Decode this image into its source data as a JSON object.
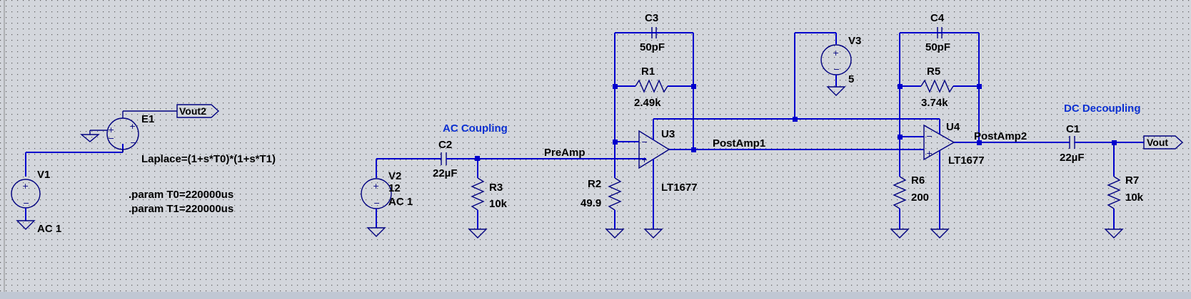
{
  "annotations": {
    "ac_coupling": "AC Coupling",
    "dc_decoupling": "DC Decoupling"
  },
  "nets": {
    "preamp": "PreAmp",
    "postamp1": "PostAmp1",
    "postamp2": "PostAmp2",
    "vout": "Vout",
    "vout2": "Vout2"
  },
  "directives": {
    "laplace": "Laplace=(1+s*T0)*(1+s*T1)",
    "param_t0": ".param T0=220000us",
    "param_t1": ".param T1=220000us"
  },
  "components": {
    "E1": {
      "ref": "E1"
    },
    "V1": {
      "ref": "V1",
      "value": "AC 1"
    },
    "V2": {
      "ref": "V2",
      "value": "12",
      "value2": "AC 1"
    },
    "V3": {
      "ref": "V3",
      "value": "5"
    },
    "C1": {
      "ref": "C1",
      "value": "22µF"
    },
    "C2": {
      "ref": "C2",
      "value": "22µF"
    },
    "C3": {
      "ref": "C3",
      "value": "50pF"
    },
    "C4": {
      "ref": "C4",
      "value": "50pF"
    },
    "R1": {
      "ref": "R1",
      "value": "2.49k"
    },
    "R2": {
      "ref": "R2",
      "value": "49.9"
    },
    "R3": {
      "ref": "R3",
      "value": "10k"
    },
    "R5": {
      "ref": "R5",
      "value": "3.74k"
    },
    "R6": {
      "ref": "R6",
      "value": "200"
    },
    "R7": {
      "ref": "R7",
      "value": "10k"
    },
    "U3": {
      "ref": "U3",
      "value": "LT1677"
    },
    "U4": {
      "ref": "U4",
      "value": "LT1677"
    }
  },
  "colors": {
    "wire": "#0000cc",
    "component": "#000080",
    "note": "#0a2fd1",
    "grid_bg": "#d3d6dc"
  }
}
